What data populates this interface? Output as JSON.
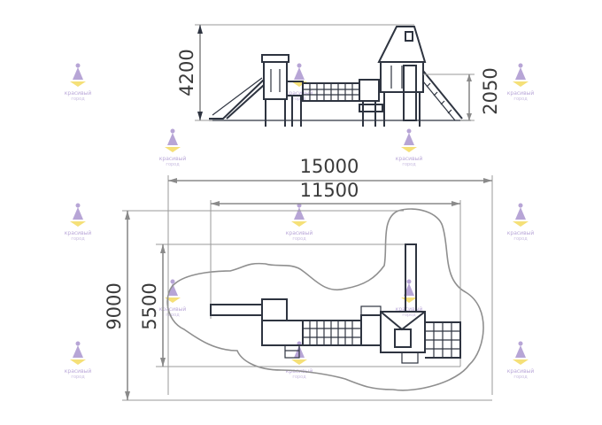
{
  "dimensions": {
    "total_length": "15000",
    "equipment_length": "11500",
    "total_width": "9000",
    "equipment_width": "5500",
    "total_height": "4200",
    "platform_height": "2050"
  },
  "watermark": {
    "line1": "красивый",
    "line2": "город",
    "colors": {
      "purple": "#7b5bb5",
      "yellow": "#f2d64b"
    }
  },
  "colors": {
    "equipment": "#2e3440",
    "dimension_lines": "#8a8a8a",
    "safety_zone": "#8f8f8f"
  }
}
